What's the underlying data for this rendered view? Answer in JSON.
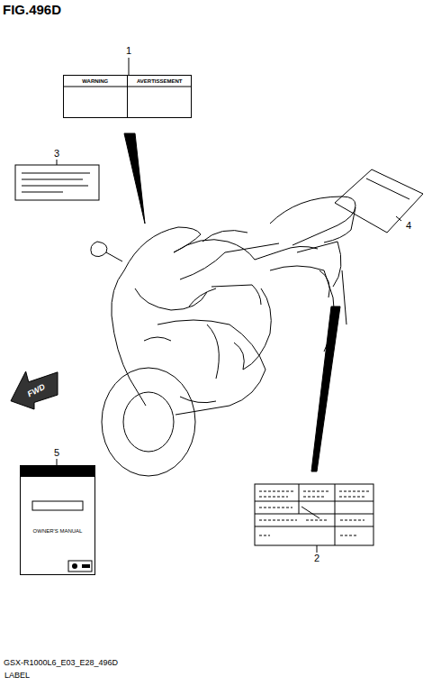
{
  "diagram": {
    "title": "FIG.496D",
    "caption": "GSX-R1000L6_E03_E28_496D",
    "nodes": [
      {
        "text": [
          "WARNING",
          "AVERTISSEMENT"
        ]
      },
      {
        "text": [
          "FWD"
        ]
      },
      {
        "text": [
          "OWNER'S MANUAL"
        ]
      }
    ],
    "labels": [
      "1",
      "2",
      "3",
      "4",
      "5",
      "LABEL"
    ]
  }
}
